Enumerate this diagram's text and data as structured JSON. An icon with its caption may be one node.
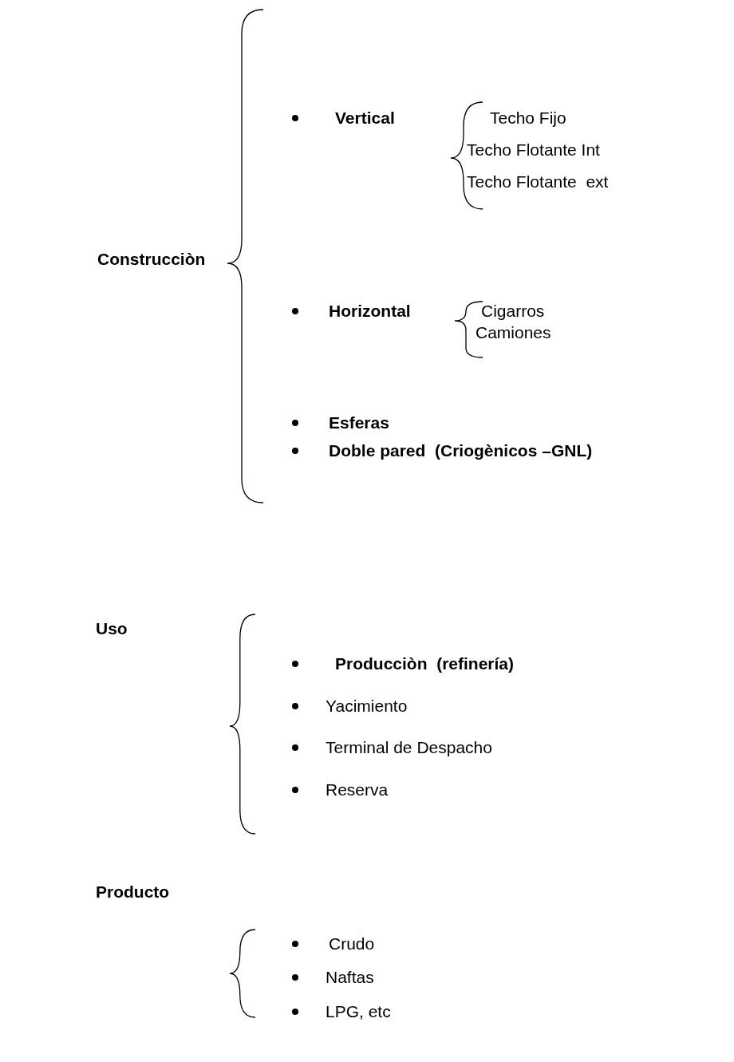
{
  "diagram": {
    "labels": [
      "Vertical",
      "Techo Fijo",
      "Techo Flotante Int",
      "Techo Flotante  ext",
      "Construcciòn",
      "Horizontal",
      "Cigarros",
      "Camiones",
      "Esferas",
      "Doble pared  (Criogènicos –GNL)",
      "Uso",
      "Producciòn  (refinería)",
      "Yacimiento",
      "Terminal de Despacho",
      "Reserva",
      "Producto",
      "Crudo",
      "Naftas",
      "LPG, etc"
    ]
  }
}
